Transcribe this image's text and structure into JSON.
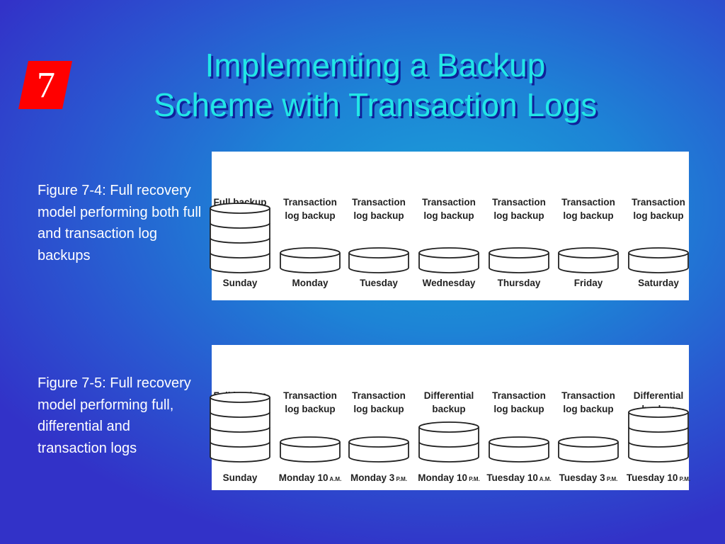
{
  "badge": {
    "number": "7",
    "color": "#ff0000"
  },
  "title": {
    "line1": "Implementing a Backup",
    "line2": "Scheme with Transaction Logs",
    "color": "#22e6e6"
  },
  "figure_7_4": {
    "caption": "Figure 7-4: Full recovery model performing both full and transaction log backups",
    "columns": [
      {
        "title": [
          "Full backup"
        ],
        "day": "Sunday",
        "suffix": "",
        "size": "full"
      },
      {
        "title": [
          "Transaction",
          "log backup"
        ],
        "day": "Monday",
        "suffix": "",
        "size": "small"
      },
      {
        "title": [
          "Transaction",
          "log backup"
        ],
        "day": "Tuesday",
        "suffix": "",
        "size": "small"
      },
      {
        "title": [
          "Transaction",
          "log backup"
        ],
        "day": "Wednesday",
        "suffix": "",
        "size": "small"
      },
      {
        "title": [
          "Transaction",
          "log backup"
        ],
        "day": "Thursday",
        "suffix": "",
        "size": "small"
      },
      {
        "title": [
          "Transaction",
          "log backup"
        ],
        "day": "Friday",
        "suffix": "",
        "size": "small"
      },
      {
        "title": [
          "Transaction",
          "log backup"
        ],
        "day": "Saturday",
        "suffix": "",
        "size": "small"
      }
    ]
  },
  "figure_7_5": {
    "caption": "Figure 7-5: Full recovery model performing full, differential and transaction logs",
    "columns": [
      {
        "title": [
          "Full backup"
        ],
        "day": "Sunday",
        "suffix": "",
        "size": "full"
      },
      {
        "title": [
          "Transaction",
          "log backup"
        ],
        "day": "Monday 10",
        "suffix": "A.M.",
        "size": "small"
      },
      {
        "title": [
          "Transaction",
          "log backup"
        ],
        "day": "Monday 3",
        "suffix": "P.M.",
        "size": "small"
      },
      {
        "title": [
          "Differential",
          "backup"
        ],
        "day": "Monday 10",
        "suffix": "P.M.",
        "size": "medium"
      },
      {
        "title": [
          "Transaction",
          "log backup"
        ],
        "day": "Tuesday 10",
        "suffix": "A.M.",
        "size": "small"
      },
      {
        "title": [
          "Transaction",
          "log backup"
        ],
        "day": "Tuesday 3",
        "suffix": "P.M.",
        "size": "small"
      },
      {
        "title": [
          "Differential",
          "backup"
        ],
        "day": "Tuesday 10",
        "suffix": "P.M.",
        "size": "large"
      }
    ]
  }
}
